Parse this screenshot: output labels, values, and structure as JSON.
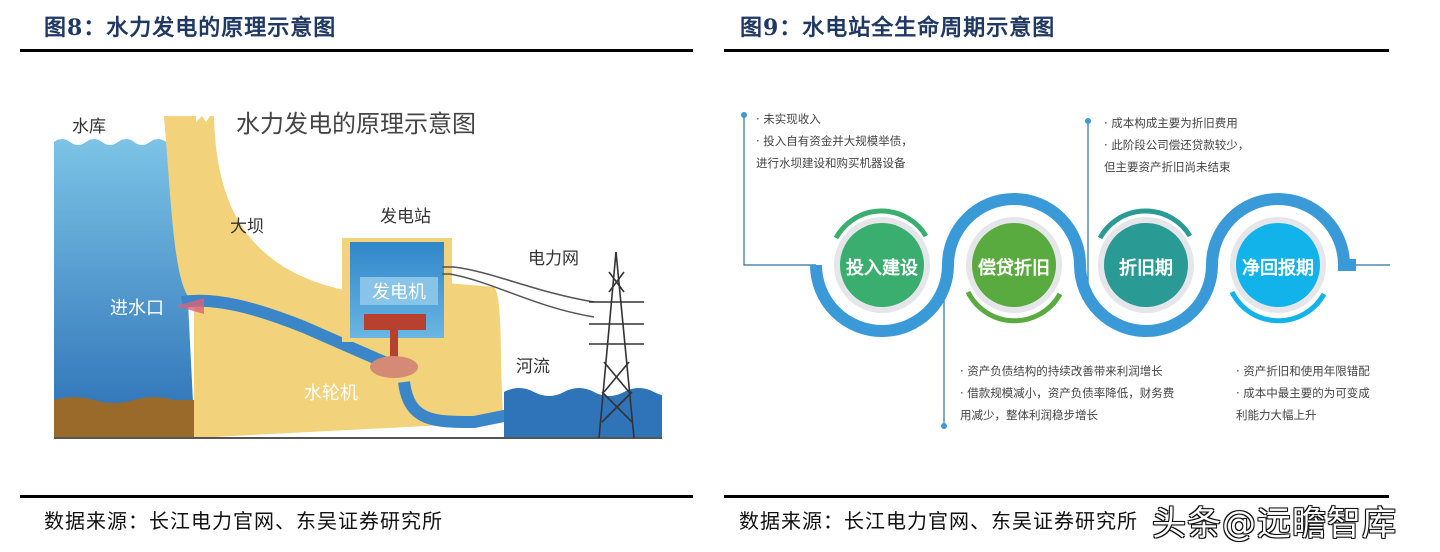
{
  "figure8": {
    "title": "图8：水力发电的原理示意图",
    "source": "数据来源：长江电力官网、东吴证券研究所",
    "diagram": {
      "title": "水力发电的原理示意图",
      "labels": {
        "reservoir": "水库",
        "dam": "大坝",
        "power_station": "发电站",
        "grid": "电力网",
        "intake": "进水口",
        "generator": "发电机",
        "river": "河流",
        "turbine": "水轮机"
      },
      "colors": {
        "water": "#3a86c8",
        "water_light": "#7cc3e6",
        "dam": "#f2d27a",
        "ground": "#9a6a2a",
        "rotor": "#b8402e"
      }
    }
  },
  "figure9": {
    "title": "图9：水电站全生命周期示意图",
    "source": "数据来源：长江电力官网、东吴证券研究所",
    "watermark": "头条@远瞻智库",
    "stages": [
      {
        "label": "投入建设",
        "color": "#3aae6f"
      },
      {
        "label": "偿贷折旧",
        "color": "#5aab3f"
      },
      {
        "label": "折旧期",
        "color": "#2a9a94"
      },
      {
        "label": "净回报期",
        "color": "#12b3ea"
      }
    ],
    "wave_color": "#3a9ad8",
    "notes": {
      "stage1": [
        "· 未实现收入",
        "· 投入自有资金并大规模举债，",
        "  进行水坝建设和购买机器设备"
      ],
      "stage2": [
        "· 资产负债结构的持续改善带来利润增长",
        "· 借款规模减小，资产负债率降低，财务费",
        "  用减少，整体利润稳步增长"
      ],
      "stage3": [
        "· 成本构成主要为折旧费用",
        "· 此阶段公司偿还贷款较少，",
        "  但主要资产折旧尚未结束"
      ],
      "stage4": [
        "· 资产折旧和使用年限错配",
        "· 成本中最主要的为可变成",
        "  利能力大幅上升"
      ]
    }
  }
}
